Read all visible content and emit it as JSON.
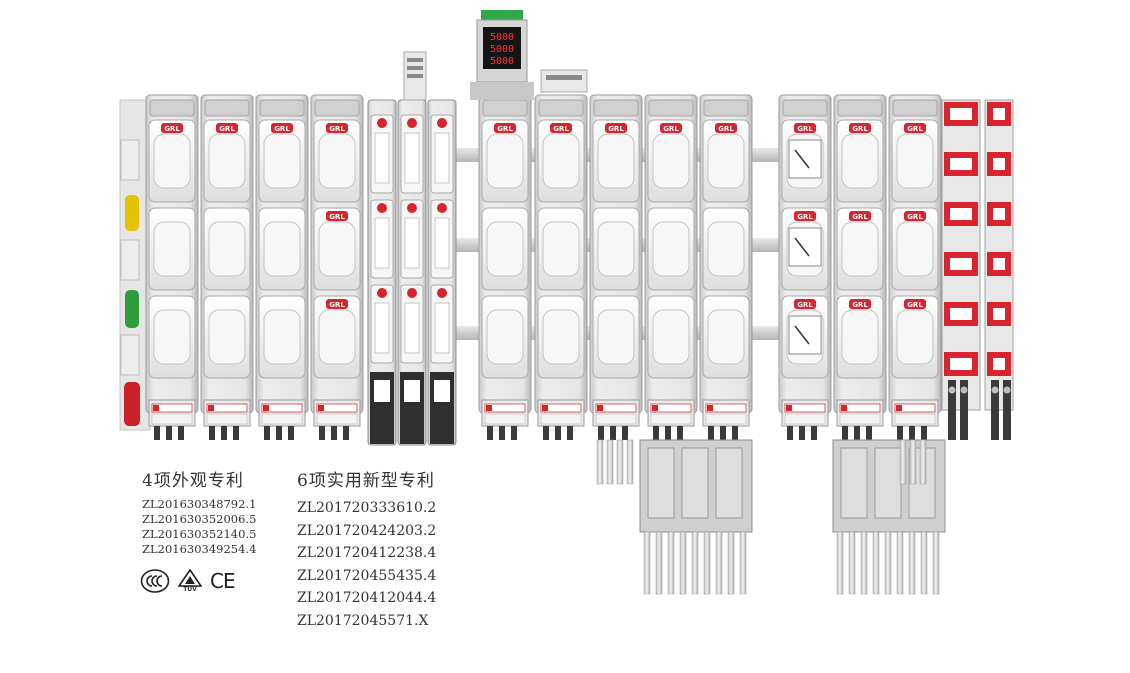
{
  "brand_label": "GRL",
  "meter_readings": [
    "5000",
    "5000",
    "5000"
  ],
  "design_patents": {
    "title": "4项外观专利",
    "numbers": [
      "ZL201630348792.1",
      "ZL201630352006.5",
      "ZL201630352140.5",
      "ZL201630349254.4"
    ]
  },
  "utility_patents": {
    "title": "6项实用新型专利",
    "numbers": [
      "ZL201720333610.2",
      "ZL201720424203.2",
      "ZL201720412238.4",
      "ZL201720455435.4",
      "ZL201720412044.4",
      "ZL20172045571.X"
    ]
  },
  "certifications": {
    "tuv_label": "TÜV",
    "ce_label": "CE"
  },
  "colors": {
    "brand_red": "#d8242c",
    "body_grey": "#d9d9d9",
    "frame_grey": "#bfbfbf",
    "terminal_dark": "#3a3a3a",
    "yellow_handle": "#e3c200",
    "green_handle": "#2e9e3a",
    "red_handle": "#c9202a",
    "meter_green": "#2fa84a",
    "display_red": "#ff3030"
  }
}
